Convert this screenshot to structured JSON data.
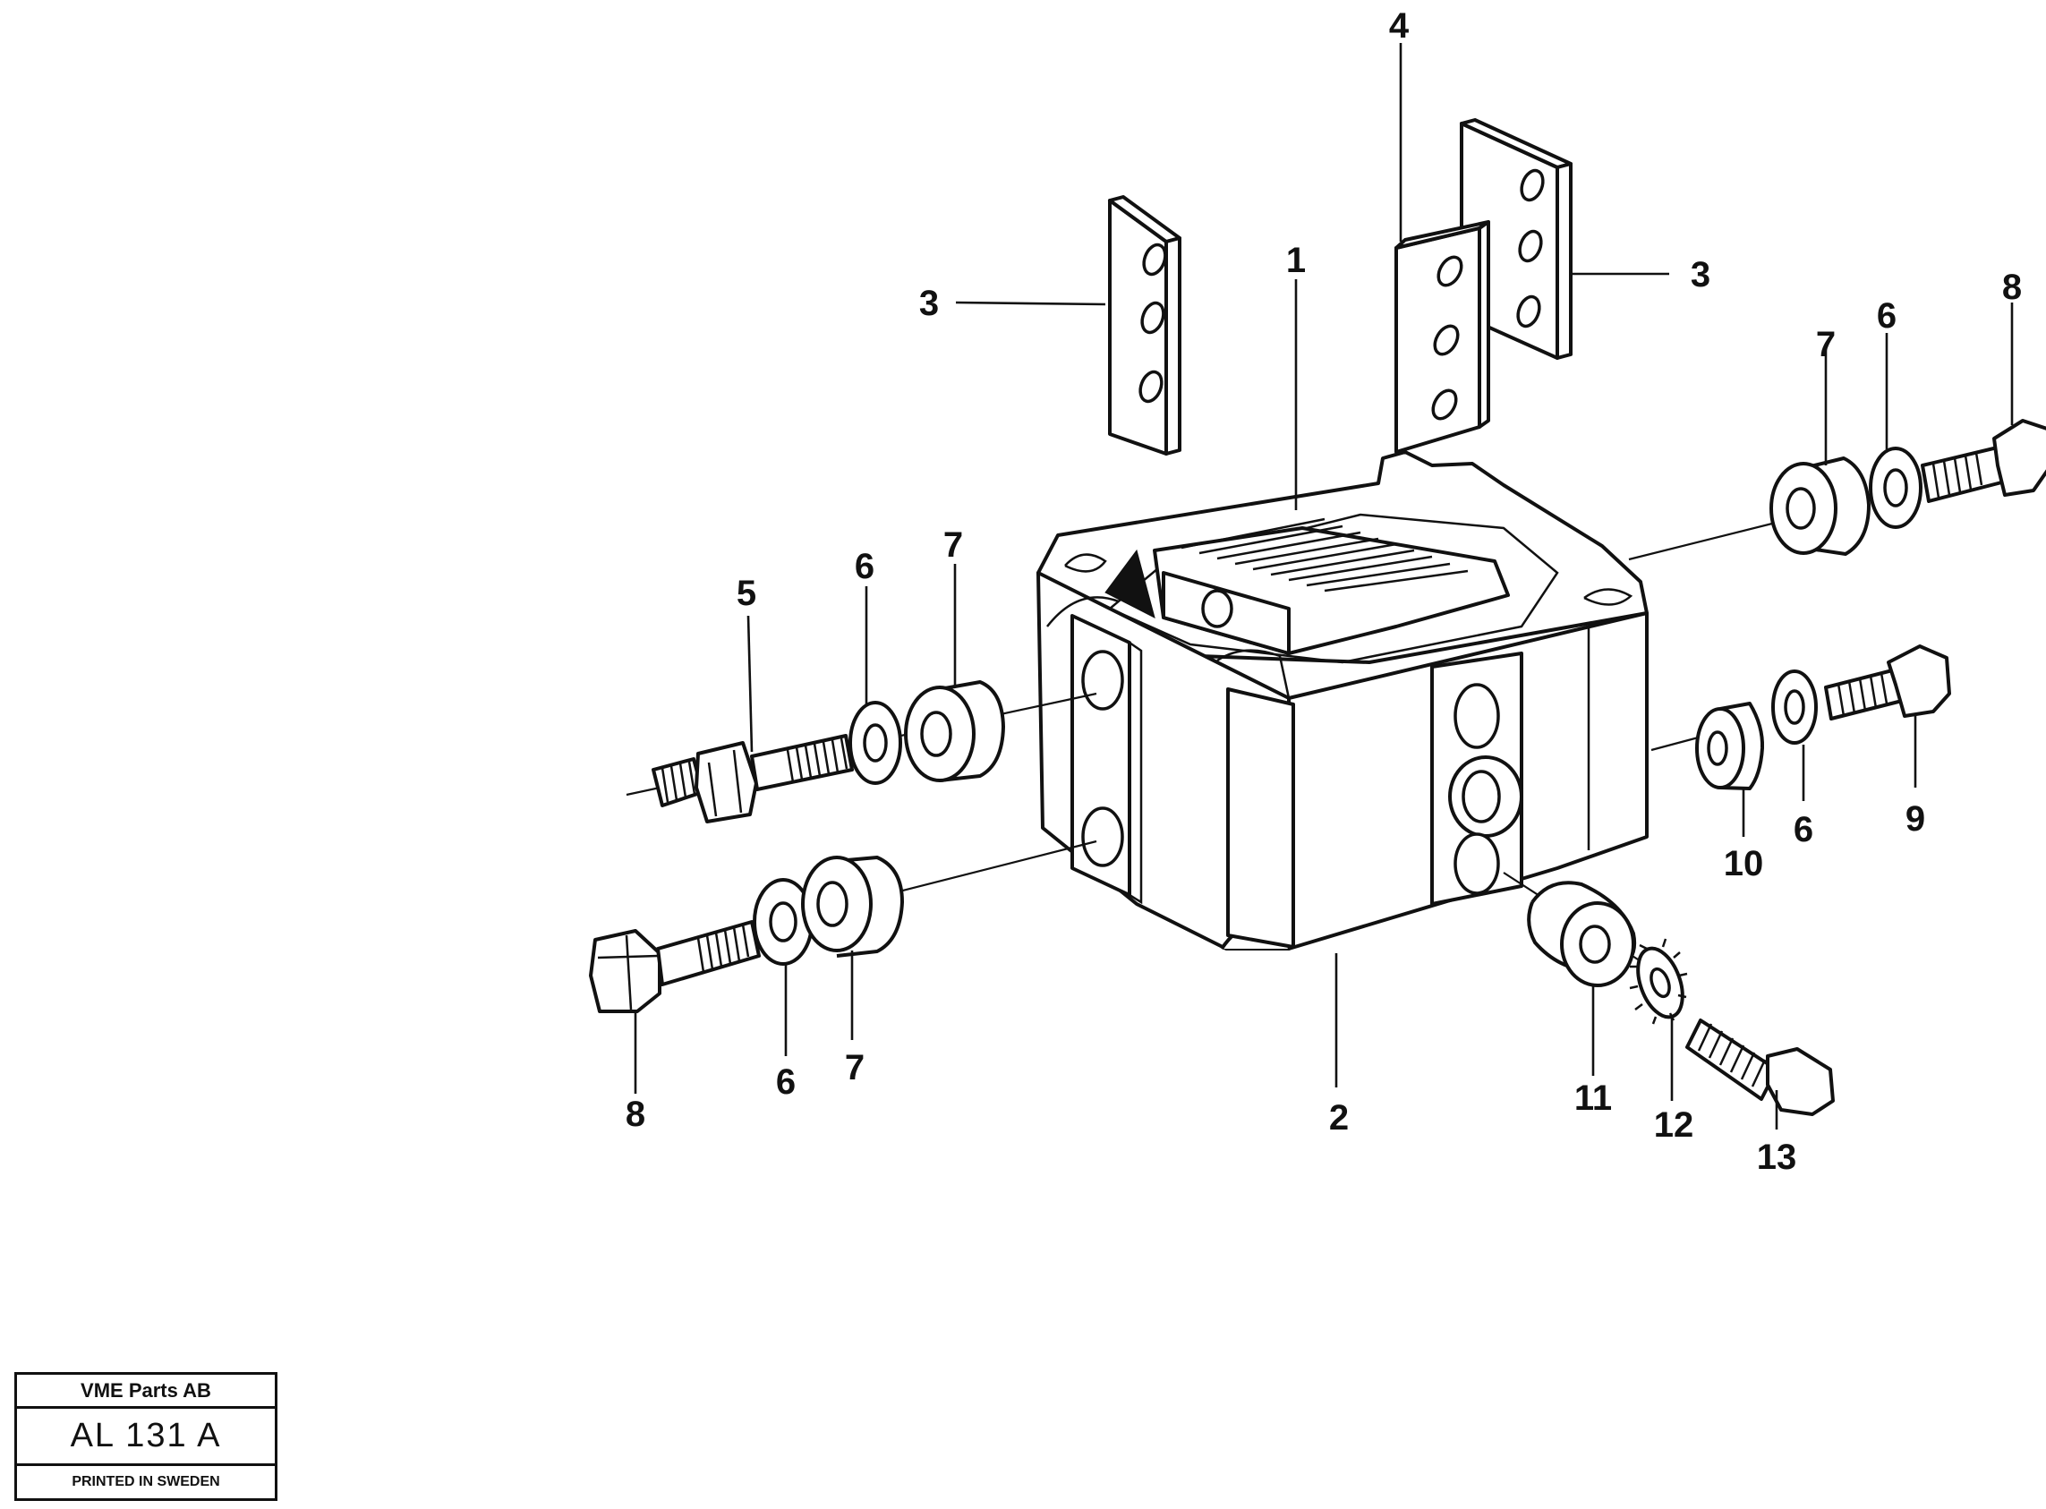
{
  "callouts": {
    "c1": "1",
    "c2": "2",
    "c3_left": "3",
    "c3_right": "3",
    "c4": "4",
    "c5": "5",
    "c6_upper_left": "6",
    "c7_upper_left": "7",
    "c6_upper_right": "6",
    "c7_upper_right": "7",
    "c8_upper_right": "8",
    "c8_lower_left": "8",
    "c6_lower_left": "6",
    "c7_lower_left": "7",
    "c10": "10",
    "c6_right": "6",
    "c9": "9",
    "c11": "11",
    "c12": "12",
    "c13": "13"
  },
  "title_block": {
    "company": "VME Parts AB",
    "reference": "AL 131  A",
    "printed": "PRINTED IN SWEDEN"
  }
}
